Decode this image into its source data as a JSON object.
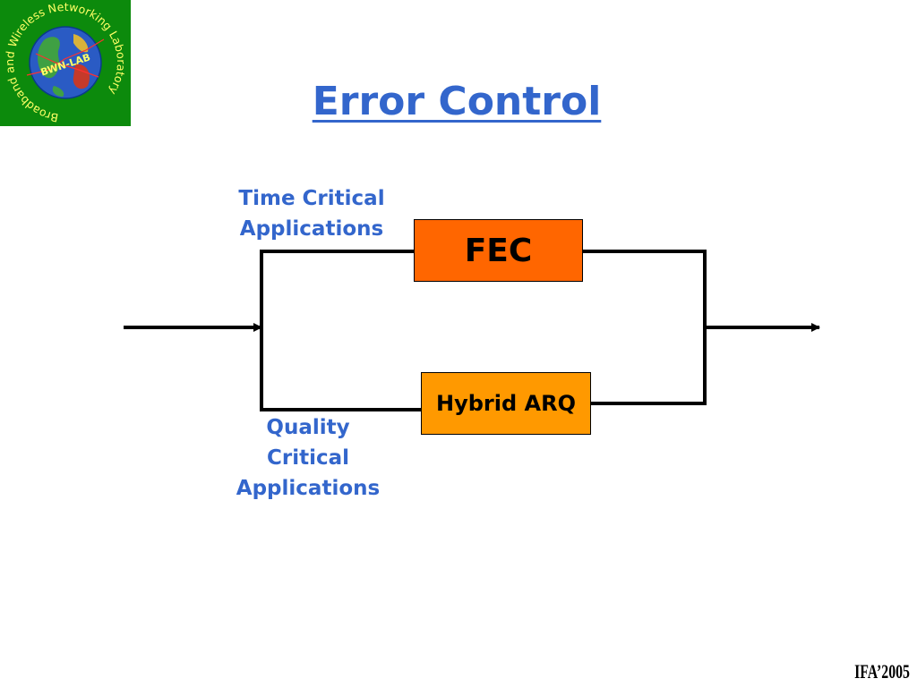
{
  "logo": {
    "ring_text": "Broadband and Wireless Networking Laboratory",
    "badge_text": "BWN-LAB",
    "background_color": "#0c8a0c"
  },
  "slide": {
    "title": "Error Control",
    "footer": "IFA’2005"
  },
  "diagram": {
    "upper_branch_label": [
      "Time Critical",
      "Applications"
    ],
    "lower_branch_label": [
      "Quality",
      "Critical",
      "Applications"
    ],
    "upper_box": {
      "label": "FEC",
      "color": "#ff6600"
    },
    "lower_box": {
      "label": "Hybrid ARQ",
      "color": "#ff9900"
    },
    "label_color": "#3366cc"
  }
}
